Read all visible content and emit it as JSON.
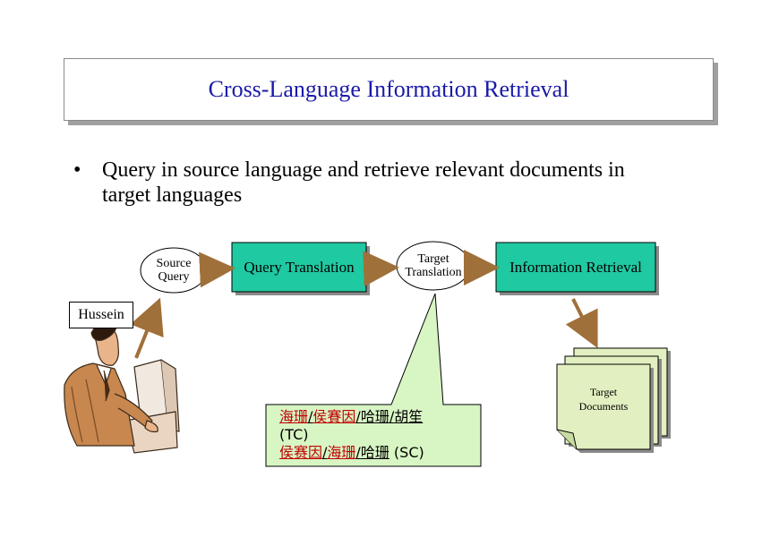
{
  "slide": {
    "title": "Cross-Language Information Retrieval",
    "bullet": {
      "symbol": "•",
      "text_line1": "Query in source language and retrieve relevant documents in",
      "text_line2": "target languages"
    }
  },
  "diagram": {
    "source_query": {
      "line1": "Source",
      "line2": "Query"
    },
    "query_translation": "Query Translation",
    "target_translation": {
      "line1": "Target",
      "line2": "Translation"
    },
    "information_retrieval": "Information Retrieval",
    "user_label": "Hussein",
    "target_documents": {
      "line1": "Target",
      "line2": "Documents"
    },
    "callout": {
      "tc_parts": [
        "海珊",
        "/",
        "侯賽因",
        "/",
        "哈珊",
        "/",
        "胡笙"
      ],
      "tc_tag": "(TC)",
      "sc_parts": [
        "侯赛因",
        "/",
        "海珊",
        "/",
        "哈珊"
      ],
      "sc_tag": "(SC)"
    },
    "colors": {
      "box_fill": "#1fc9a1",
      "oval_fill": "#ffffff",
      "callout_fill": "#d8f5c4",
      "doc_fill": "#e2efc0",
      "arrow": "#a0703a",
      "title": "#1a1aa8",
      "highlight": "#c00000"
    },
    "icons": [
      "person-at-computer-icon"
    ]
  }
}
